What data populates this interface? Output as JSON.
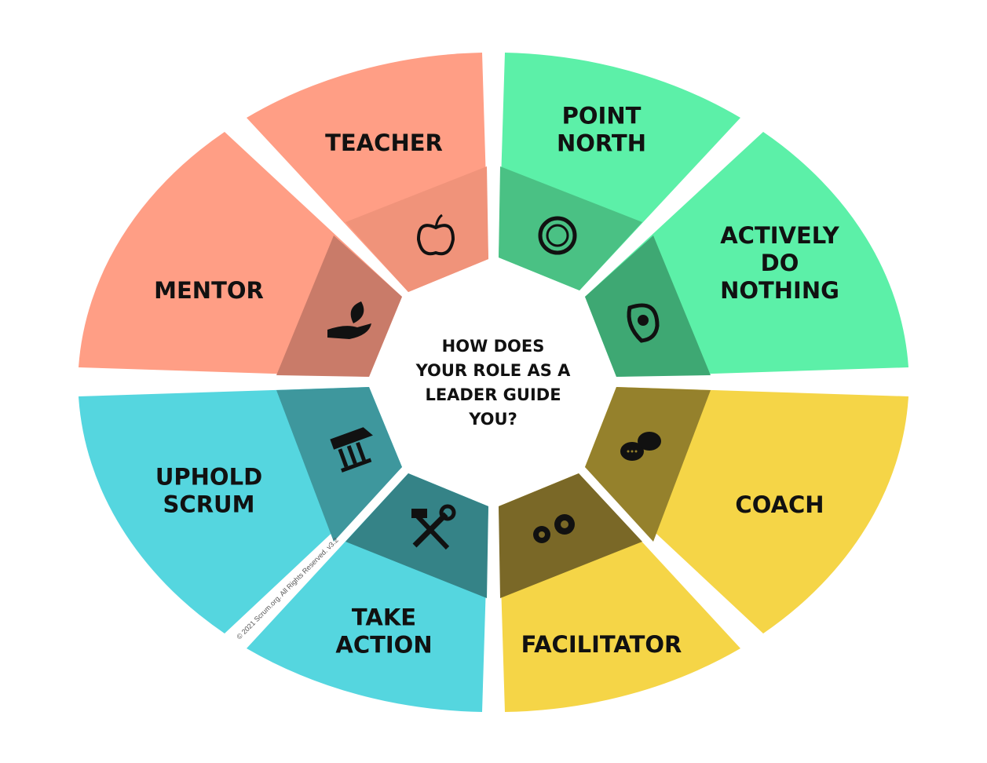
{
  "center_question": [
    "HOW DOES",
    "YOUR ROLE AS A",
    "LEADER GUIDE",
    "YOU?"
  ],
  "segments": [
    {
      "id": "point-north",
      "label": [
        "POINT",
        "NORTH"
      ],
      "icon": "compass-icon",
      "color": "#5CF0A8",
      "dark": "#4AC184"
    },
    {
      "id": "actively-do-nothing",
      "label": [
        "ACTIVELY",
        "DO",
        "NOTHING"
      ],
      "icon": "eye-icon",
      "color": "#5CF0A8",
      "dark": "#3EA873"
    },
    {
      "id": "coach",
      "label": [
        "COACH"
      ],
      "icon": "chat-bubbles-icon",
      "color": "#F5D547",
      "dark": "#95812C"
    },
    {
      "id": "facilitator",
      "label": [
        "FACILITATOR"
      ],
      "icon": "gears-icon",
      "color": "#F5D547",
      "dark": "#7A6827"
    },
    {
      "id": "take-action",
      "label": [
        "TAKE",
        "ACTION"
      ],
      "icon": "tools-icon",
      "color": "#55D6DF",
      "dark": "#358387"
    },
    {
      "id": "uphold-scrum",
      "label": [
        "UPHOLD",
        "SCRUM"
      ],
      "icon": "pillars-icon",
      "color": "#55D6DF",
      "dark": "#3E979D"
    },
    {
      "id": "mentor",
      "label": [
        "MENTOR"
      ],
      "icon": "hand-leaf-icon",
      "color": "#FF9E85",
      "dark": "#C97B69"
    },
    {
      "id": "teacher",
      "label": [
        "TEACHER"
      ],
      "icon": "apple-icon",
      "color": "#FF9E85",
      "dark": "#F0937A"
    }
  ],
  "copyright": "© 2021 Scrum.org. All Rights Reserved. v3.2"
}
